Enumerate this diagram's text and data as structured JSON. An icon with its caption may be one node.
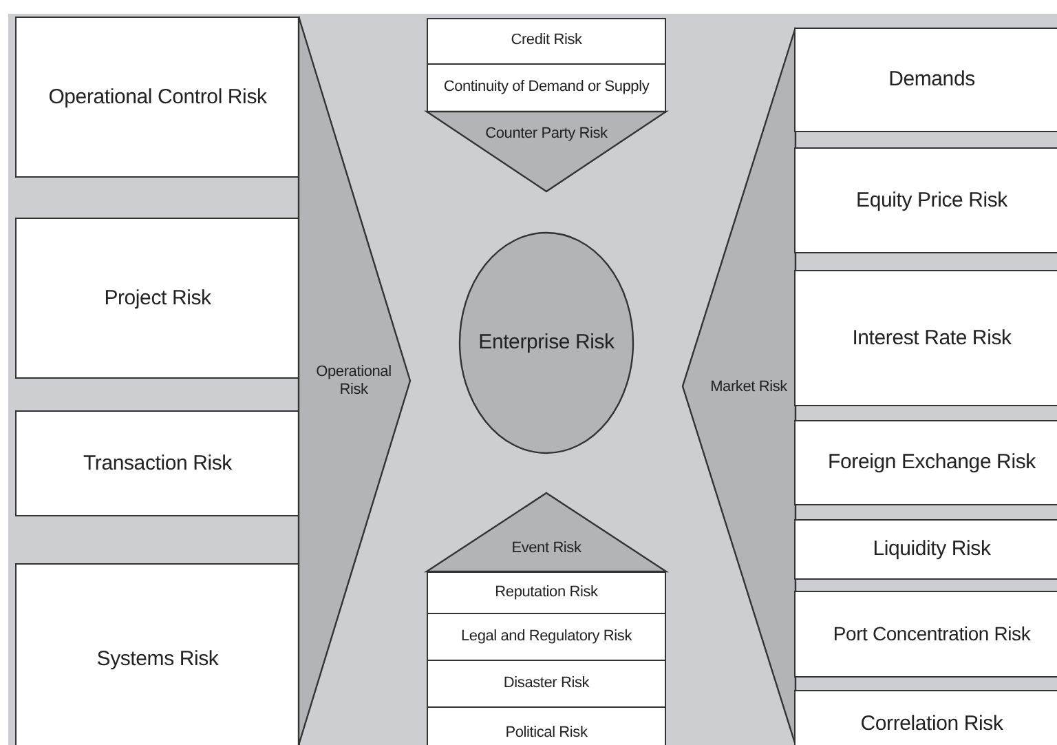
{
  "diagram": {
    "nodes": [
      {
        "text": [
          "Operational Control Risk"
        ]
      },
      {
        "text": [
          "Project Risk"
        ]
      },
      {
        "text": [
          "Transaction Risk"
        ]
      },
      {
        "text": [
          "Systems Risk"
        ]
      },
      {
        "text": [
          "Operational Risk"
        ]
      },
      {
        "text": [
          "Credit Risk"
        ]
      },
      {
        "text": [
          "Continuity of Demand or Supply"
        ]
      },
      {
        "text": [
          "Counter Party Risk"
        ]
      },
      {
        "text": [
          "Enterprise Risk"
        ]
      },
      {
        "text": [
          "Event Risk"
        ]
      },
      {
        "text": [
          "Reputation Risk"
        ]
      },
      {
        "text": [
          "Legal and Regulatory Risk"
        ]
      },
      {
        "text": [
          "Disaster Risk"
        ]
      },
      {
        "text": [
          "Political Risk"
        ]
      },
      {
        "text": [
          "Market Risk"
        ]
      },
      {
        "text": [
          "Demands"
        ]
      },
      {
        "text": [
          "Equity Price Risk"
        ]
      },
      {
        "text": [
          "Interest Rate Risk"
        ]
      },
      {
        "text": [
          "Foreign Exchange Risk"
        ]
      },
      {
        "text": [
          "Liquidity Risk"
        ]
      },
      {
        "text": [
          "Port Concentration Risk"
        ]
      },
      {
        "text": [
          "Correlation Risk"
        ]
      }
    ]
  }
}
